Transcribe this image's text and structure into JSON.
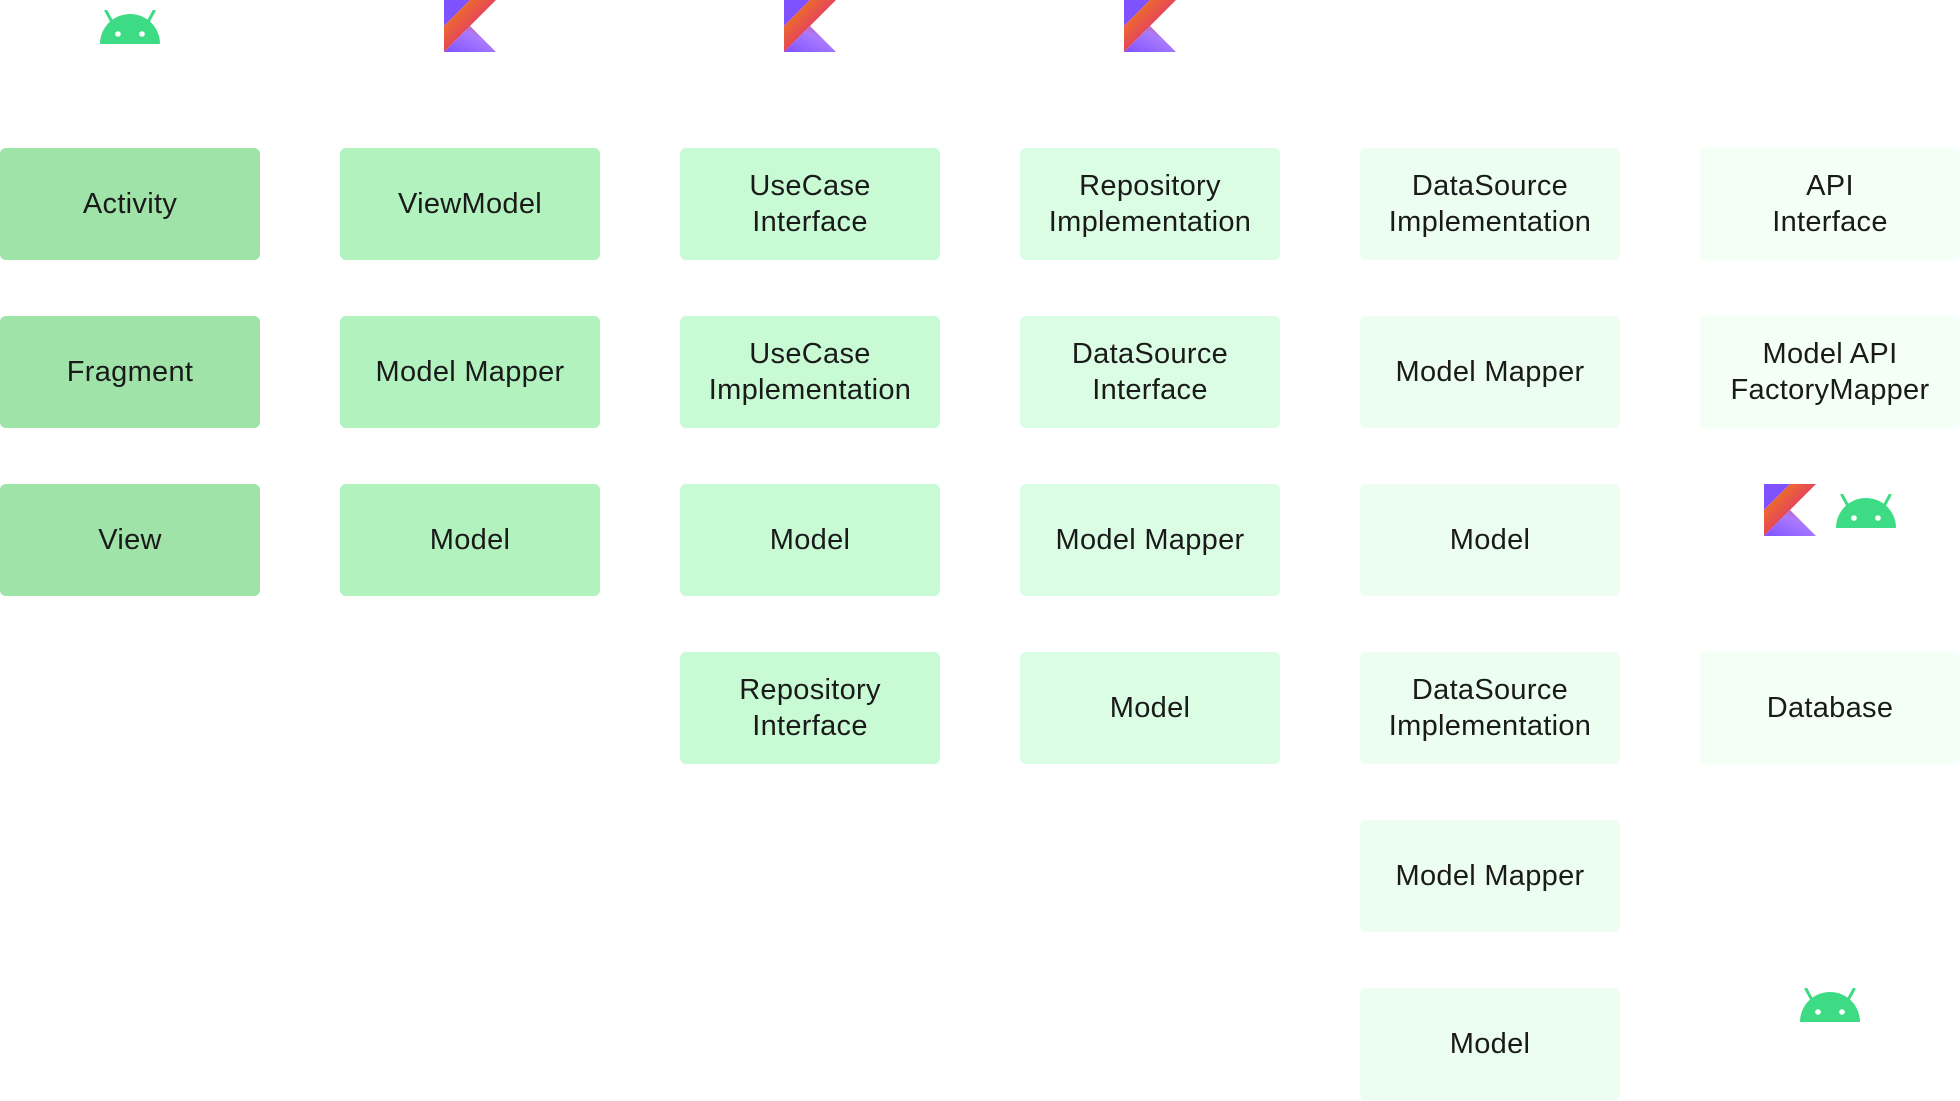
{
  "colors": {
    "layer_presentation_view": "#9fe3a8",
    "layer_presentation_vm": "#b1f2bf",
    "layer_domain": "#c8fad4",
    "layer_data": "#dbfde3",
    "layer_datasource": "#ecfef0",
    "layer_external": "#f4fff6",
    "android_green": "#3ddc84"
  },
  "columns": [
    {
      "icons": [
        "android-icon"
      ],
      "boxes": [
        "Activity",
        "Fragment",
        "View"
      ]
    },
    {
      "icons": [
        "kotlin-icon"
      ],
      "boxes": [
        "ViewModel",
        "Model Mapper",
        "Model"
      ]
    },
    {
      "icons": [
        "kotlin-icon"
      ],
      "boxes": [
        "UseCase\nInterface",
        "UseCase\nImplementation",
        "Model",
        "Repository\nInterface"
      ]
    },
    {
      "icons": [
        "kotlin-icon"
      ],
      "boxes": [
        "Repository\nImplementation",
        "DataSource\nInterface",
        "Model Mapper",
        "Model"
      ]
    },
    {
      "icons": [],
      "boxes": [
        "DataSource\nImplementation",
        "Model Mapper",
        "Model",
        "DataSource\nImplementation",
        "Model Mapper",
        "Model"
      ]
    },
    {
      "icons": [
        "kotlin-icon",
        "android-icon",
        "android-icon"
      ],
      "boxes": [
        "API\nInterface",
        "Model API\nFactoryMapper",
        "Database"
      ]
    }
  ]
}
